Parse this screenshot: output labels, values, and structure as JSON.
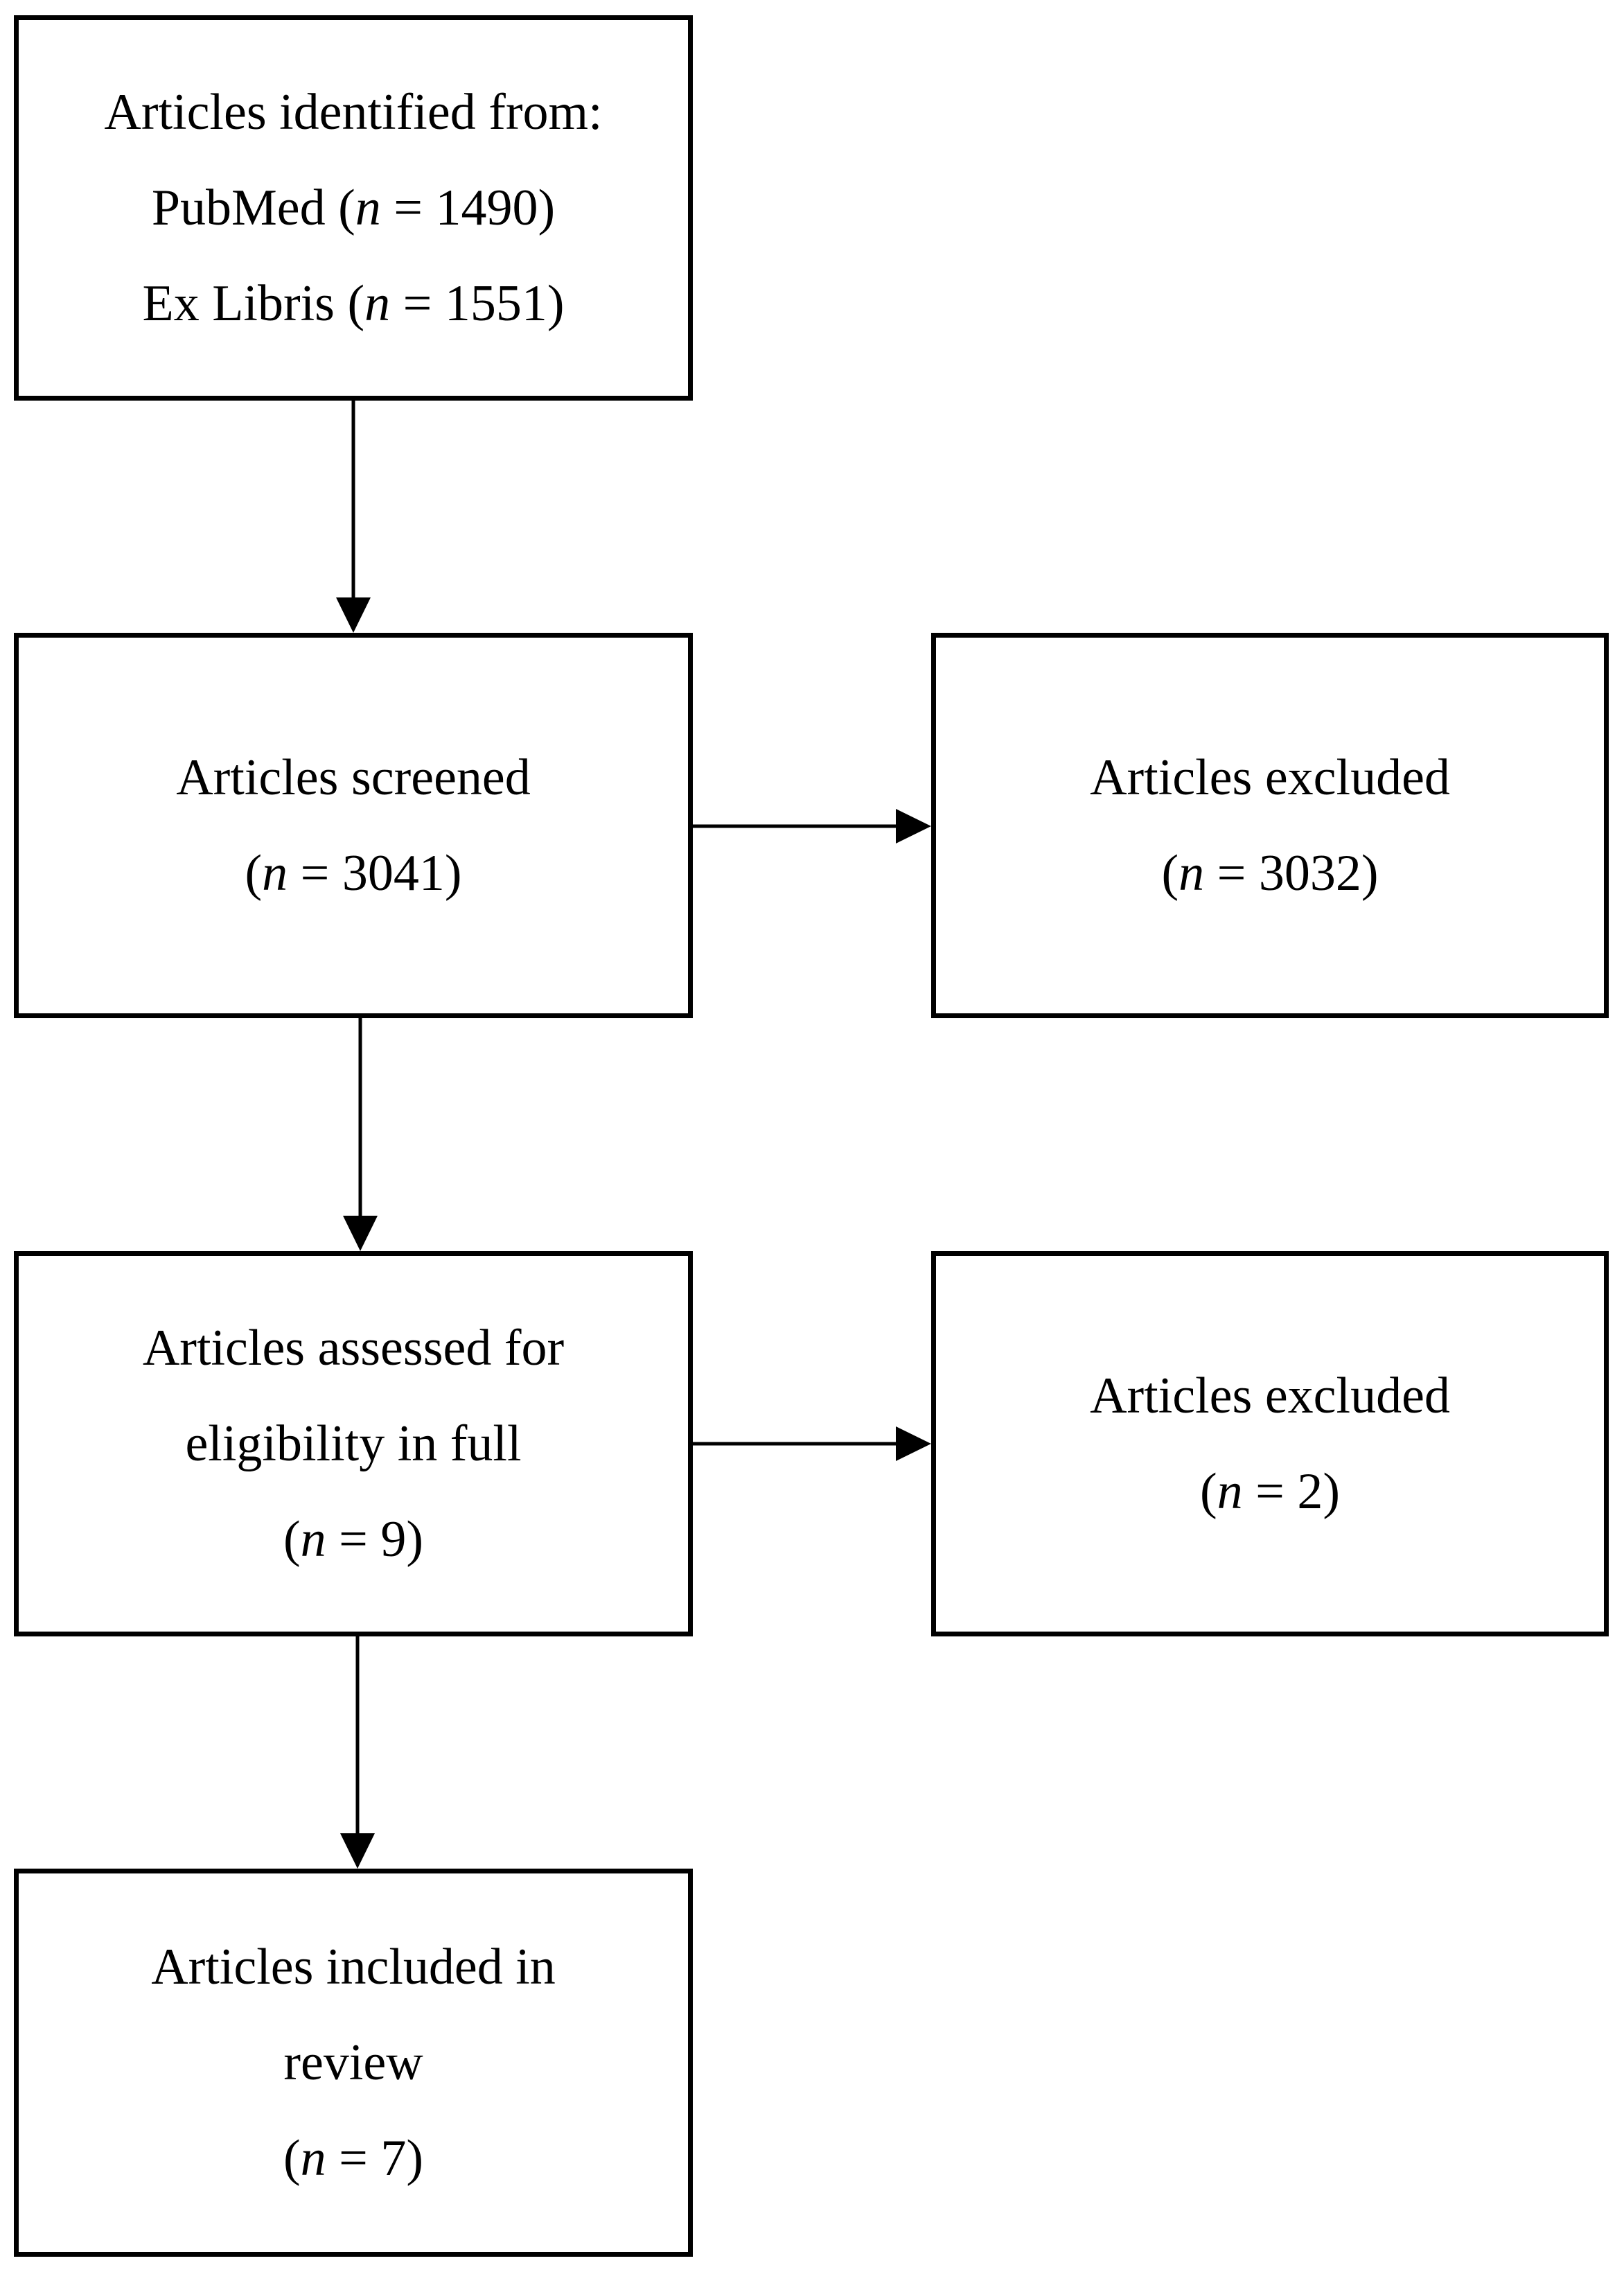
{
  "flow": {
    "identified": {
      "title": "Articles identified from:",
      "source1_name": "PubMed (",
      "source1_n_label": "n",
      "source1_value": " = 1490)",
      "source2_name": "Ex Libris (",
      "source2_n_label": "n",
      "source2_value": " = 1551)"
    },
    "screened": {
      "title": "Articles screened",
      "open": "(",
      "n_label": "n",
      "value": " = 3041)"
    },
    "excluded_screening": {
      "title": "Articles excluded",
      "open": "(",
      "n_label": "n",
      "value": " = 3032)"
    },
    "assessed": {
      "title_line1": "Articles assessed for",
      "title_line2": "eligibility in full",
      "open": "(",
      "n_label": "n",
      "value": " = 9)"
    },
    "excluded_full": {
      "title": "Articles excluded",
      "open": "(",
      "n_label": "n",
      "value": " = 2)"
    },
    "included": {
      "title_line1": "Articles included in",
      "title_line2": "review",
      "open": "(",
      "n_label": "n",
      "value": " = 7)"
    }
  },
  "colors": {
    "stroke": "#000000",
    "background": "#ffffff"
  }
}
